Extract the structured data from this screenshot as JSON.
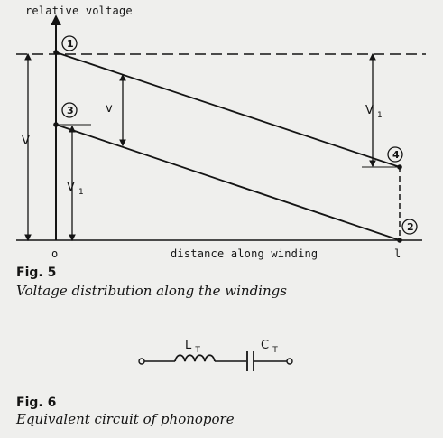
{
  "fig5": {
    "y_axis_label": "relative voltage",
    "x_axis_label": "distance along winding",
    "origin_label": "o",
    "end_label": "l",
    "point_labels": [
      "1",
      "2",
      "3",
      "4"
    ],
    "left_span_label": "V",
    "middle_span_label": "v",
    "left_v1_label": "V",
    "right_v1_label": "V",
    "v1_subscript": "1",
    "fig_label": "Fig. 5",
    "caption": "Voltage distribution along the windings"
  },
  "fig6": {
    "inductor_label": "L",
    "capacitor_label": "C",
    "subscript": "T",
    "fig_label": "Fig. 6",
    "caption": "Equivalent circuit of phonopore"
  }
}
